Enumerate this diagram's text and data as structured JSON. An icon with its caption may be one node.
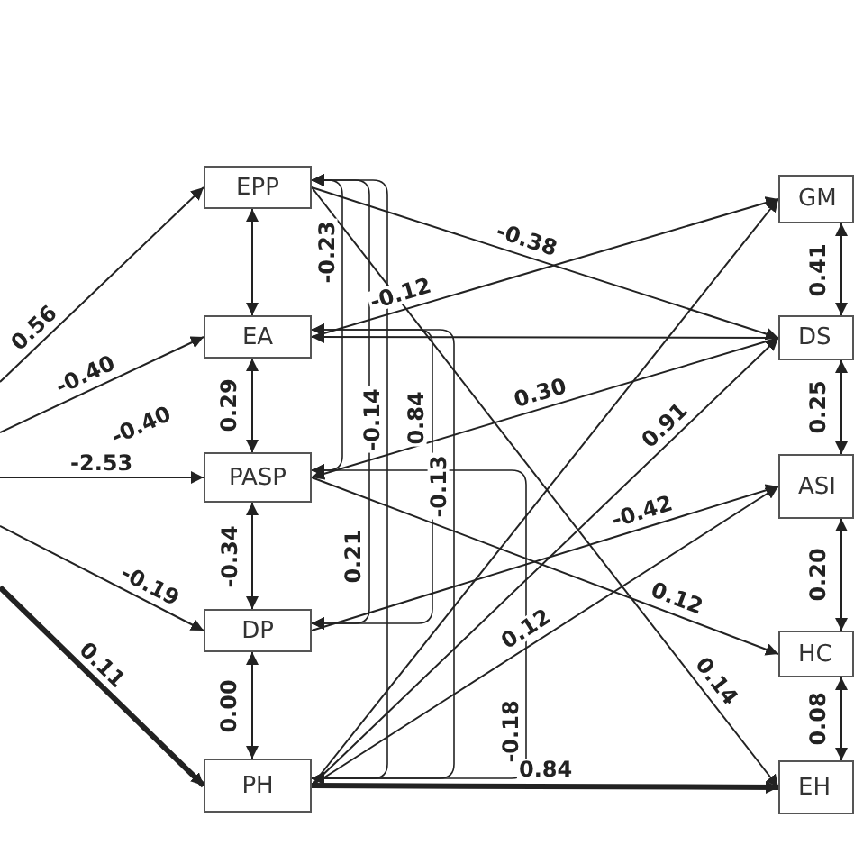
{
  "diagram": {
    "nodes": [
      {
        "text": [
          "EPP"
        ]
      },
      {
        "text": [
          "EA"
        ]
      },
      {
        "text": [
          "PASP"
        ]
      },
      {
        "text": [
          "DP"
        ]
      },
      {
        "text": [
          "PH"
        ]
      },
      {
        "text": [
          "GM"
        ]
      },
      {
        "text": [
          "DS"
        ]
      },
      {
        "text": [
          "ASI"
        ]
      },
      {
        "text": [
          "HC"
        ]
      },
      {
        "text": [
          "EH"
        ]
      }
    ],
    "edges": [
      {
        "from": null,
        "to": 0,
        "arrow": "to",
        "label": "0.56"
      },
      {
        "from": null,
        "to": 1,
        "arrow": "to",
        "label": "-0.40"
      },
      {
        "from": null,
        "to": 2,
        "arrow": "to",
        "label": "-2.53"
      },
      {
        "from": null,
        "to": 3,
        "arrow": "to",
        "label": "-0.19"
      },
      {
        "from": null,
        "to": 4,
        "arrow": "to",
        "label": "0.11",
        "style": "thick"
      },
      {
        "from": 0,
        "to": 1,
        "arrow": "both"
      },
      {
        "from": 1,
        "to": 2,
        "arrow": "both",
        "label": "0.29"
      },
      {
        "from": 2,
        "to": 3,
        "arrow": "both",
        "label": "-0.34"
      },
      {
        "from": 3,
        "to": 4,
        "arrow": "both",
        "label": "0.00"
      },
      {
        "from": 5,
        "to": 6,
        "arrow": "both",
        "label": "0.41"
      },
      {
        "from": 6,
        "to": 7,
        "arrow": "both",
        "label": "0.25"
      },
      {
        "from": 7,
        "to": 8,
        "arrow": "both",
        "label": "0.20"
      },
      {
        "from": 8,
        "to": 9,
        "arrow": "both",
        "label": "0.08"
      },
      {
        "from": 0,
        "to": 2,
        "arrow": "both",
        "label": "-0.23"
      },
      {
        "from": 0,
        "to": 3,
        "arrow": "both",
        "label": "0.21"
      },
      {
        "from": 0,
        "to": 4,
        "arrow": "both",
        "label": "-0.14"
      },
      {
        "from": 1,
        "to": 3,
        "arrow": "both",
        "label": "0.84"
      },
      {
        "from": 1,
        "to": 4,
        "arrow": "both",
        "label": "-0.13"
      },
      {
        "from": 2,
        "to": 4,
        "arrow": "both",
        "label": "-0.18"
      },
      {
        "from": 0,
        "to": 6,
        "arrow": "to",
        "label": "-0.38"
      },
      {
        "from": 1,
        "to": 5,
        "arrow": "to",
        "label": "-0.12"
      },
      {
        "from": 6,
        "to": 2,
        "arrow": "to",
        "label": "0.30"
      },
      {
        "from": 4,
        "to": 6,
        "arrow": "to",
        "label": "0.91"
      },
      {
        "from": 4,
        "to": 5,
        "arrow": "to"
      },
      {
        "from": 3,
        "to": 7,
        "arrow": "to",
        "label": "-0.42"
      },
      {
        "from": 2,
        "to": 8,
        "arrow": "to",
        "label": "0.12"
      },
      {
        "from": 4,
        "to": 7,
        "arrow": "to",
        "label": "0.12"
      },
      {
        "from": 0,
        "to": 9,
        "arrow": "to",
        "label": "0.14"
      },
      {
        "from": 6,
        "to": 1,
        "arrow": "to"
      },
      {
        "from": 4,
        "to": 9,
        "arrow": "to",
        "label": "0.84",
        "style": "thick"
      }
    ],
    "labels": [
      "-0.40"
    ]
  }
}
